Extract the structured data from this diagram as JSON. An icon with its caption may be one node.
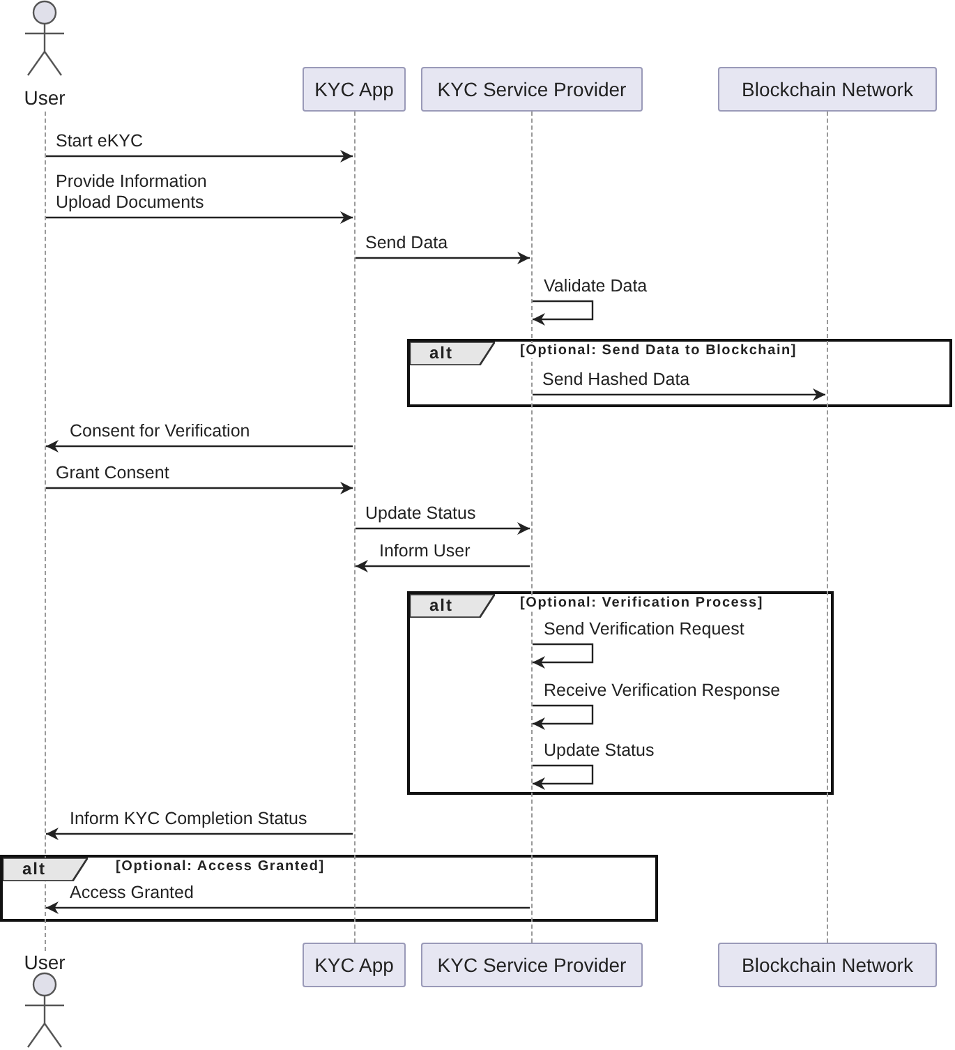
{
  "diagram": {
    "nodes": [
      {
        "text": [
          "User"
        ]
      },
      {
        "text": [
          "KYC App"
        ]
      },
      {
        "text": [
          "KYC Service Provider"
        ]
      },
      {
        "text": [
          "Blockchain Network"
        ]
      },
      {
        "text": [
          "User"
        ]
      },
      {
        "text": [
          "KYC App"
        ]
      },
      {
        "text": [
          "KYC Service Provider"
        ]
      },
      {
        "text": [
          "Blockchain Network"
        ]
      },
      {
        "text": [],
        "shape": "line"
      },
      {
        "text": [],
        "shape": "line"
      },
      {
        "text": [],
        "shape": "line"
      },
      {
        "text": [],
        "shape": "line"
      }
    ],
    "edges": [
      {
        "from": 8,
        "to": 9,
        "arrow": "to",
        "label": "Start eKYC"
      },
      {
        "from": 8,
        "to": 9,
        "arrow": "to",
        "label": "Provide Information Upload Documents"
      },
      {
        "from": 9,
        "to": 10,
        "arrow": "to",
        "label": "Send Data"
      },
      {
        "from": 10,
        "to": 10,
        "arrow": "to",
        "label": "Validate Data"
      },
      {
        "from": 10,
        "to": 11,
        "arrow": "to",
        "label": "Send Hashed Data"
      },
      {
        "from": 9,
        "to": 8,
        "arrow": "to",
        "label": "Consent for Verification"
      },
      {
        "from": 8,
        "to": 9,
        "arrow": "to",
        "label": "Grant Consent"
      },
      {
        "from": 9,
        "to": 10,
        "arrow": "to",
        "label": "Update Status"
      },
      {
        "from": 10,
        "to": 9,
        "arrow": "to",
        "label": "Inform User"
      },
      {
        "from": 10,
        "to": 10,
        "arrow": "to",
        "label": "Send Verification Request"
      },
      {
        "from": 10,
        "to": 10,
        "arrow": "to",
        "label": "Receive Verification Response"
      },
      {
        "from": 10,
        "to": 10,
        "arrow": "to",
        "label": "Update Status"
      },
      {
        "from": 9,
        "to": 8,
        "arrow": "to",
        "label": "Inform KYC Completion Status"
      },
      {
        "from": 10,
        "to": 8,
        "arrow": "to",
        "label": "Access Granted"
      }
    ],
    "labels": [
      "alt",
      "[Optional: Send Data to Blockchain]",
      "alt",
      "[Optional: Verification Process]",
      "alt",
      "[Optional: Access Granted]"
    ]
  }
}
